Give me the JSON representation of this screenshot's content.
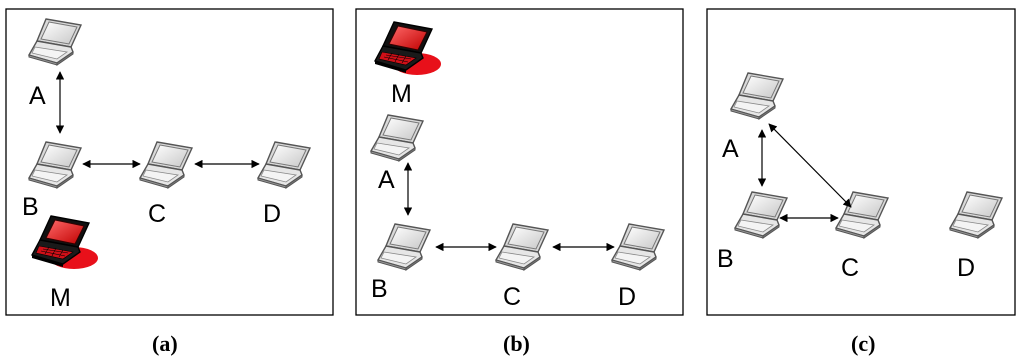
{
  "figure": {
    "panels": [
      {
        "id": "a",
        "caption": "(a)",
        "nodes": [
          {
            "id": "A",
            "label": "A",
            "type": "laptop"
          },
          {
            "id": "B",
            "label": "B",
            "type": "laptop"
          },
          {
            "id": "C",
            "label": "C",
            "type": "laptop"
          },
          {
            "id": "D",
            "label": "D",
            "type": "laptop"
          },
          {
            "id": "M",
            "label": "M",
            "type": "malicious-laptop"
          }
        ],
        "links": [
          [
            "A",
            "B"
          ],
          [
            "B",
            "C"
          ],
          [
            "C",
            "D"
          ]
        ]
      },
      {
        "id": "b",
        "caption": "(b)",
        "nodes": [
          {
            "id": "M",
            "label": "M",
            "type": "malicious-laptop"
          },
          {
            "id": "A",
            "label": "A",
            "type": "laptop"
          },
          {
            "id": "B",
            "label": "B",
            "type": "laptop"
          },
          {
            "id": "C",
            "label": "C",
            "type": "laptop"
          },
          {
            "id": "D",
            "label": "D",
            "type": "laptop"
          }
        ],
        "links": [
          [
            "A",
            "B"
          ],
          [
            "B",
            "C"
          ],
          [
            "C",
            "D"
          ]
        ]
      },
      {
        "id": "c",
        "caption": "(c)",
        "nodes": [
          {
            "id": "A",
            "label": "A",
            "type": "laptop"
          },
          {
            "id": "B",
            "label": "B",
            "type": "laptop"
          },
          {
            "id": "C",
            "label": "C",
            "type": "laptop"
          },
          {
            "id": "D",
            "label": "D",
            "type": "laptop"
          }
        ],
        "links": [
          [
            "A",
            "B"
          ],
          [
            "A",
            "C"
          ],
          [
            "B",
            "C"
          ]
        ]
      }
    ],
    "colors": {
      "laptop_body": "#bfbfbf",
      "laptop_outline": "#444444",
      "malicious_body": "#e8101a",
      "malicious_outline": "#111111",
      "panel_border": "#000000"
    }
  }
}
